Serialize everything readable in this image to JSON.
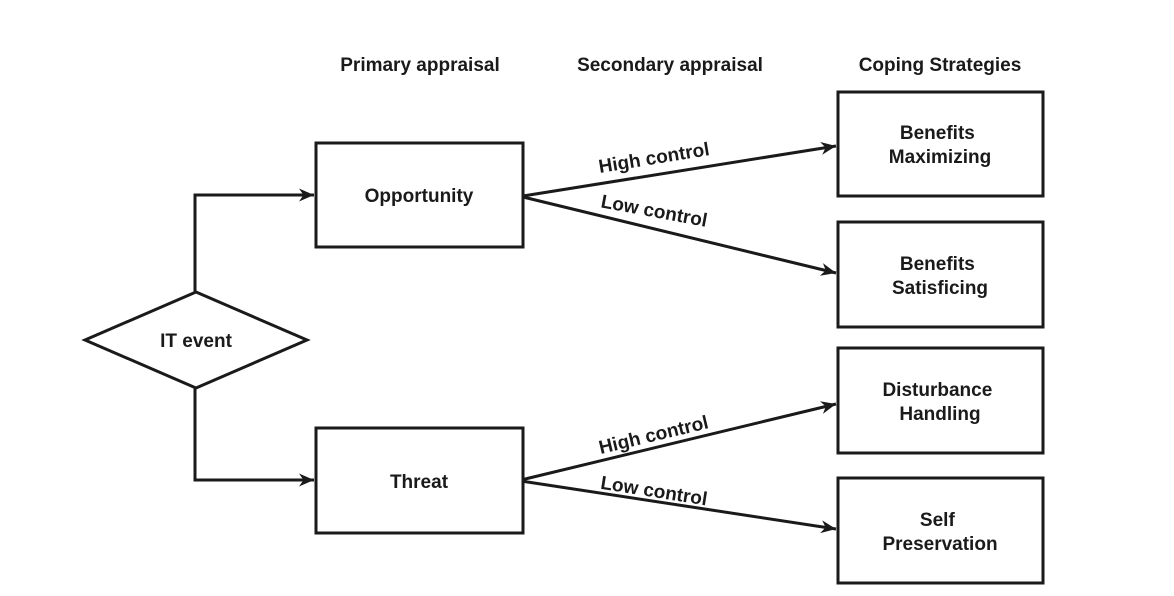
{
  "diagram": {
    "title": "",
    "headers": [
      {
        "label": "Primary appraisal"
      },
      {
        "label": "Secondary appraisal"
      },
      {
        "label": "Coping Strategies"
      }
    ],
    "event": {
      "label": "IT event",
      "shape": "diamond"
    },
    "appraisals": [
      {
        "label": "Opportunity"
      },
      {
        "label": "Threat"
      }
    ],
    "strategies": [
      {
        "lines": [
          "Benefits",
          "Maximizing"
        ]
      },
      {
        "lines": [
          "Benefits",
          "Satisficing"
        ]
      },
      {
        "lines": [
          "Disturbance",
          "Handling"
        ]
      },
      {
        "lines": [
          "Self",
          "Preservation"
        ]
      }
    ],
    "edges": [
      {
        "from": "IT event",
        "to": "Opportunity",
        "label": ""
      },
      {
        "from": "IT event",
        "to": "Threat",
        "label": ""
      },
      {
        "from": "Opportunity",
        "to": "Benefits Maximizing",
        "label": "High control"
      },
      {
        "from": "Opportunity",
        "to": "Benefits Satisficing",
        "label": "Low control"
      },
      {
        "from": "Threat",
        "to": "Disturbance Handling",
        "label": "High control"
      },
      {
        "from": "Threat",
        "to": "Self Preservation",
        "label": "Low control"
      }
    ],
    "colors": {
      "line": "#1a1a1a",
      "text": "#1a1a1a",
      "background": "#ffffff"
    }
  }
}
